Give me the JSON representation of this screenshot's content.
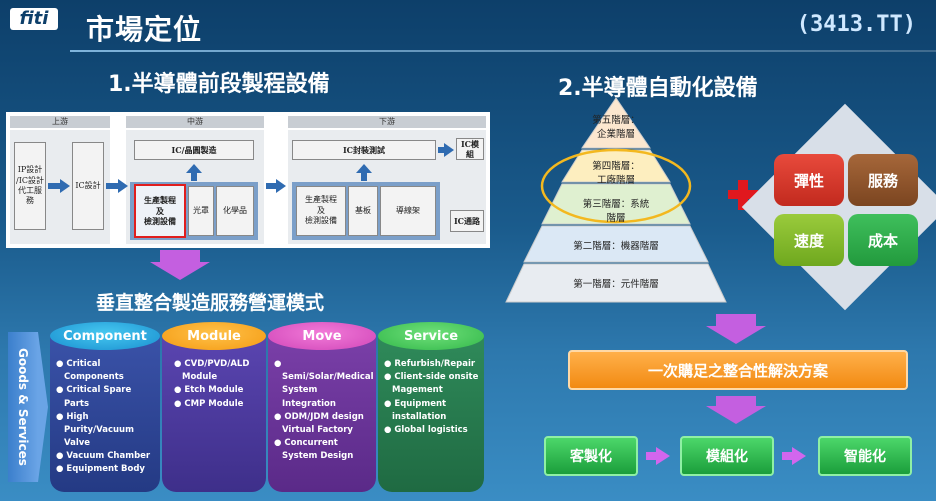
{
  "header": {
    "logo": "fiti",
    "title": "市場定位",
    "ticker": "(3413.TT)"
  },
  "left": {
    "section_title": "1.半導體前段製程設備",
    "flow": {
      "upstream": "上游",
      "midstream": "中游",
      "downstream": "下游",
      "ip_design": "IP設計\n/IC設計\n代工服務",
      "ic_design": "IC設計",
      "wafer": "IC/晶圓製造",
      "process_equip": "生產製程\n及\n檢測設備",
      "photomask": "光罩",
      "chemicals": "化學品",
      "packaging": "IC封裝測試",
      "prod_equip2": "生產製程\n及\n檢測設備",
      "substrate": "基板",
      "leadframe": "導線架",
      "ic_module": "IC模組",
      "ic_channel": "IC通路"
    },
    "subtitle": "垂直整合製造服務營運模式",
    "goods_services": "Goods & Services",
    "columns": [
      {
        "title": "Component",
        "items": [
          "Critical Components",
          "Critical Spare Parts",
          "High Purity/Vacuum Valve",
          "Vacuum Chamber",
          "Equipment Body"
        ]
      },
      {
        "title": "Module",
        "items": [
          "CVD/PVD/ALD Module",
          "Etch Module",
          "CMP Module"
        ]
      },
      {
        "title": "Move",
        "items": [
          "Semi/Solar/Medical System  Integration",
          "ODM/JDM design Virtual Factory",
          "Concurrent System Design"
        ]
      },
      {
        "title": "Service",
        "items": [
          "Refurbish/Repair",
          "Client-side onsite Magement",
          "Equipment installation",
          "Global logistics"
        ]
      }
    ]
  },
  "right": {
    "section_title": "2.半導體自動化設備",
    "pyramid": [
      "第五階層：\n企業階層",
      "第四階層：\n工廠階層",
      "第三階層：系統\n階層",
      "第二階層：機器階層",
      "第一階層：元件階層"
    ],
    "quads": [
      "彈性",
      "服務",
      "速度",
      "成本"
    ],
    "solution": "一次購足之整合性解決方案",
    "steps": [
      "客製化",
      "模組化",
      "智能化"
    ]
  }
}
